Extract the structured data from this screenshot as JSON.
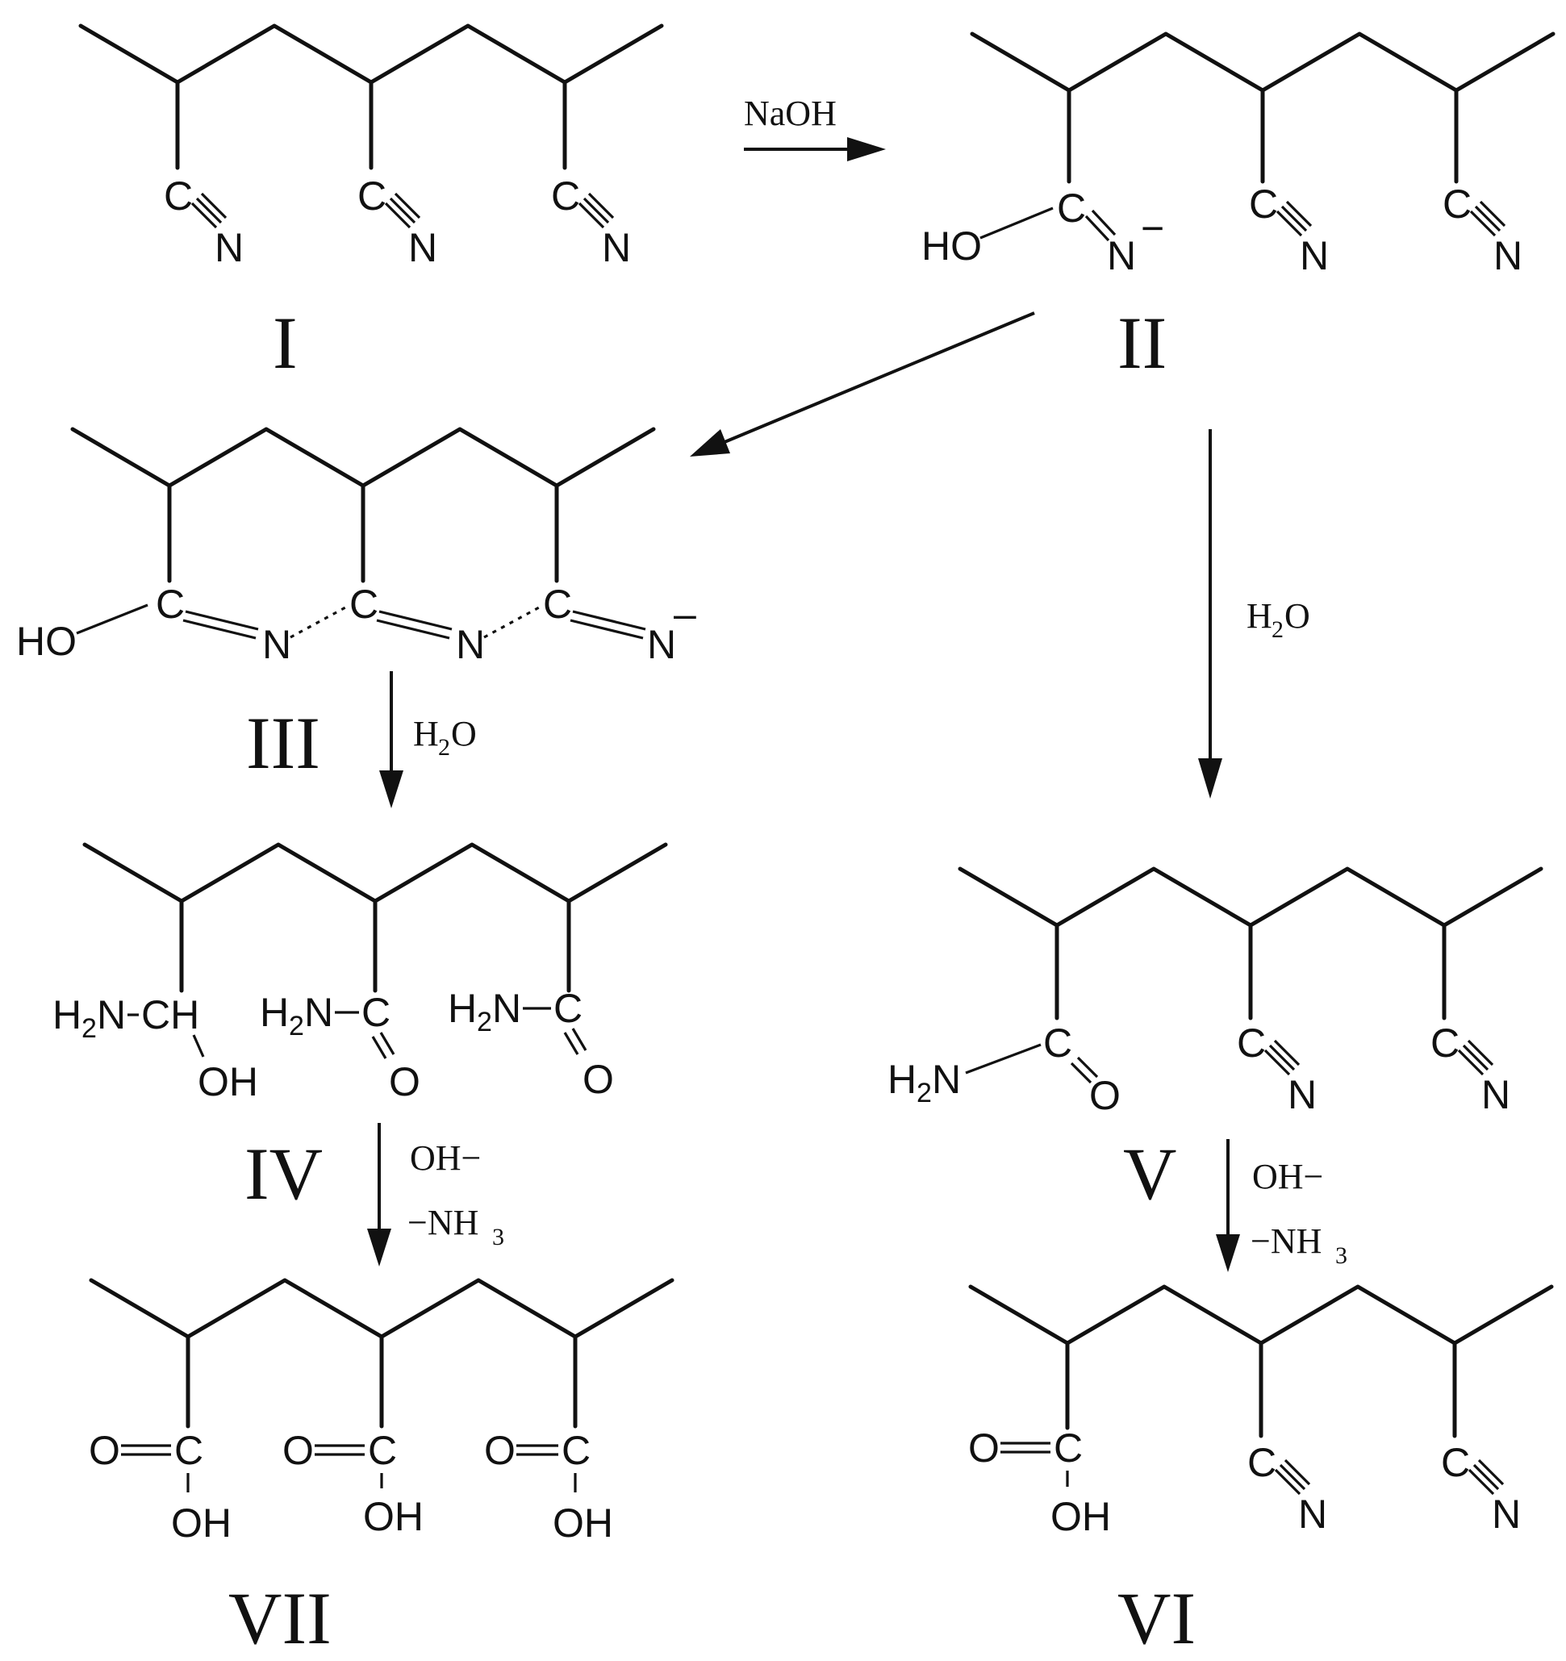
{
  "labels": {
    "I": "I",
    "II": "II",
    "III": "III",
    "IV": "IV",
    "V": "V",
    "VI": "VI",
    "VII": "VII"
  },
  "atoms": {
    "C": "C",
    "N": "N",
    "O": "O",
    "HO": "HO",
    "OH": "OH",
    "H": "H",
    "H2N_H": "H",
    "H2N_2": "2",
    "H2N_N": "N",
    "CH": "CH",
    "minus": "−",
    "minus_bold": "–"
  },
  "reagents": {
    "naoh": "NaOH",
    "h2o_H": "H",
    "h2o_2": "2",
    "h2o_O": "O",
    "oh_minus": "OH−",
    "nh3_main": "−NH",
    "nh3_3": "3"
  }
}
